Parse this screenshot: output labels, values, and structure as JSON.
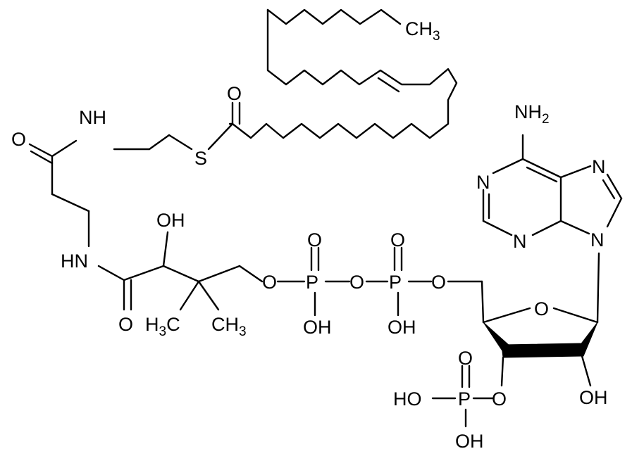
{
  "colors": {
    "background": "#ffffff",
    "ink": "#000000"
  },
  "labels": {
    "ch3_tail": "CH",
    "ch3_tail_sub": "3",
    "o_thioester": "O",
    "s_thio": "S",
    "nh_upper": "NH",
    "o_amide_upper": "O",
    "hn_lower": "HN",
    "o_amide_lower": "O",
    "oh_pantoate": "OH",
    "h3c_gem": "H",
    "h3c_gem_sub": "3",
    "h3c_gem_c": "C",
    "ch3_gem": "CH",
    "ch3_gem_sub": "3",
    "o_ester": "O",
    "p1": "P",
    "p1_o_top": "O",
    "p1_oh": "OH",
    "o_bridge": "O",
    "p2": "P",
    "p2_o_top": "O",
    "p2_oh": "OH",
    "o_5prime": "O",
    "o_ring": "O",
    "oh_2prime": "OH",
    "o_3prime": "O",
    "p3": "P",
    "p3_o_top": "O",
    "p3_ho_left": "HO",
    "p3_oh_bottom": "OH",
    "nh2": "NH",
    "nh2_sub": "2",
    "n1": "N",
    "n3": "N",
    "n7": "N",
    "n9": "N"
  }
}
